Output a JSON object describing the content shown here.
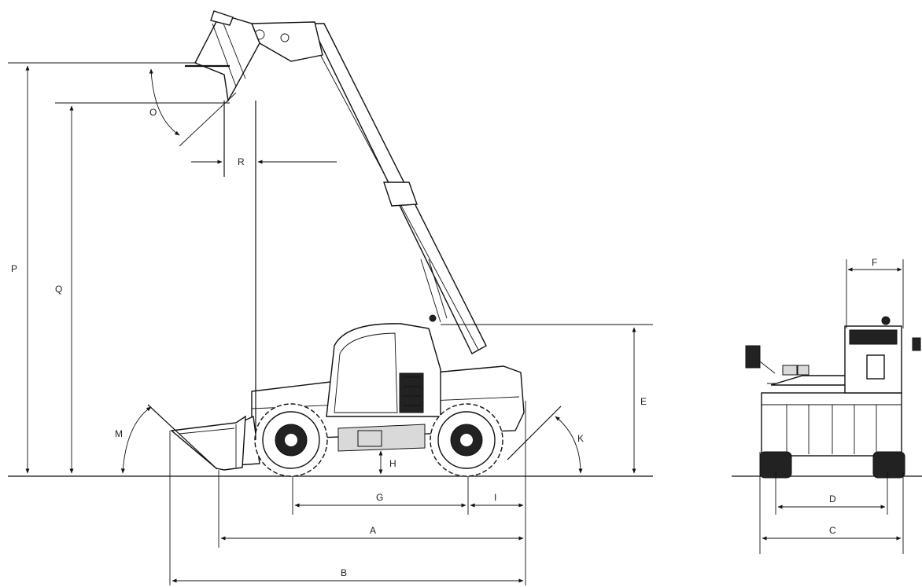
{
  "labels": {
    "A": "A",
    "B": "B",
    "C": "C",
    "D": "D",
    "E": "E",
    "F": "F",
    "G": "G",
    "H": "H",
    "I": "I",
    "K": "K",
    "M": "M",
    "O": "O",
    "P": "P",
    "Q": "Q",
    "R": "R"
  },
  "colors": {
    "line": "#111111",
    "background": "#ffffff"
  }
}
